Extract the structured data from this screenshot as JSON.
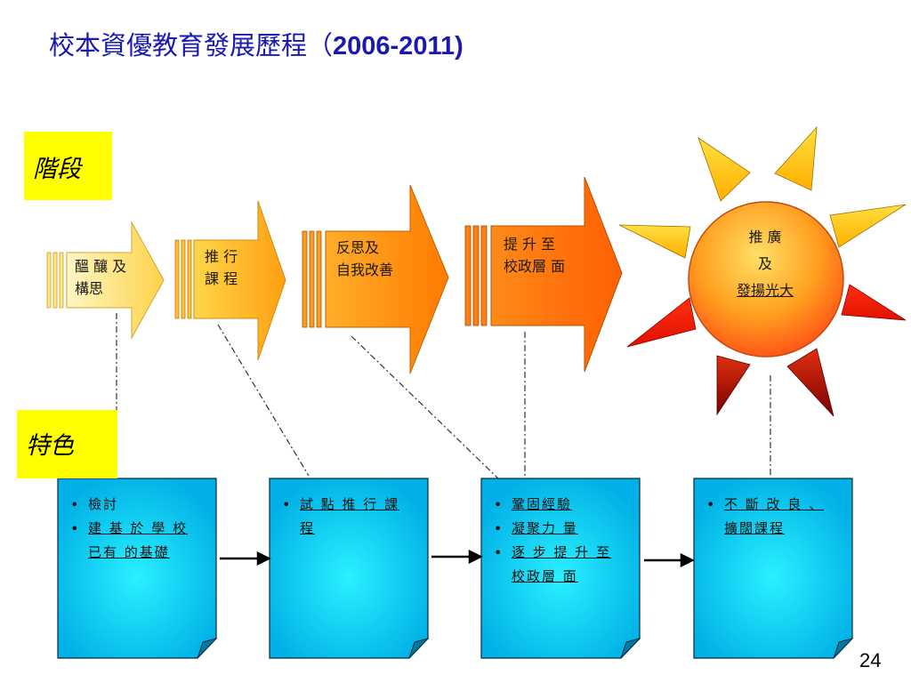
{
  "title": {
    "main": "校本資優教育發展歷程（",
    "years": "2006-2011)"
  },
  "labels": {
    "stage": "階段",
    "feature": "特色"
  },
  "stages": [
    {
      "line1": "醞 釀 及",
      "line2": "構思"
    },
    {
      "line1": "推 行",
      "line2": "課 程"
    },
    {
      "line1": "反思及",
      "line2": "自我改善"
    },
    {
      "line1": "提 升 至",
      "line2": "校政層 面"
    }
  ],
  "sun": {
    "line1": "推 廣",
    "line2": "及",
    "line3": "發揚光大"
  },
  "features": [
    {
      "items": [
        [
          "檢討"
        ],
        [
          "建 基 於 學 校",
          "已有 的基礎"
        ]
      ]
    },
    {
      "items": [
        [
          "試 點 推 行 課",
          "程"
        ]
      ]
    },
    {
      "items": [
        [
          "鞏固經驗"
        ],
        [
          "凝聚力 量"
        ],
        [
          "逐 步 提 升 至",
          "校政層 面"
        ]
      ]
    },
    {
      "items": [
        [
          "不 斷 改 良 、",
          "擴闊課程"
        ]
      ]
    }
  ],
  "page_number": "24",
  "colors": {
    "title": "#1a1ab0",
    "label_bg": "#ffff00",
    "note_center": "#22ecff",
    "note_edge": "#00b4e8",
    "arrow_light": "#fff2a0",
    "arrow_dark": "#ff6a00",
    "sun_core": "#ffd84a",
    "sun_edge": "#ff5a1a"
  }
}
